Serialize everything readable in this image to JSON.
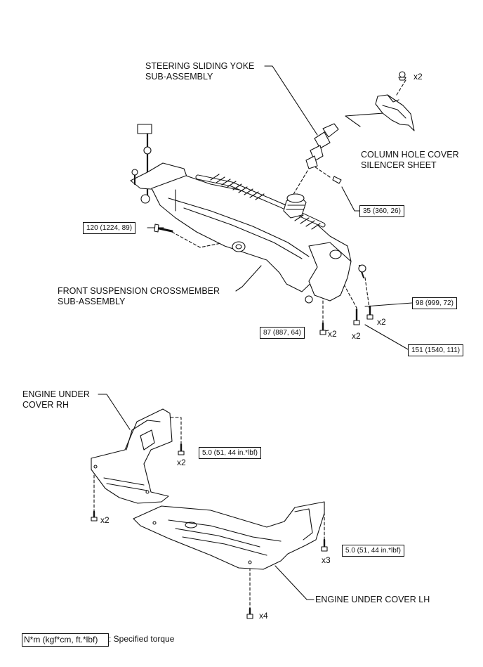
{
  "labels": {
    "steering_yoke": "STEERING SLIDING YOKE\nSUB-ASSEMBLY",
    "column_cover": "COLUMN HOLE COVER\nSILENCER SHEET",
    "crossmember": "FRONT SUSPENSION CROSSMEMBER\nSUB-ASSEMBLY",
    "engine_cover_rh": "ENGINE UNDER\nCOVER RH",
    "engine_cover_lh": "ENGINE UNDER COVER LH"
  },
  "torques": {
    "yoke_bolt": "35 (360, 26)",
    "crossmember_rear_bolt": "120 (1224, 89)",
    "lower_arm_bolt": "98 (999, 72)",
    "crossmember_front_bolt": "87 (887, 64)",
    "crossmember_mount_bolt": "151 (1540, 111)",
    "cover_rh_bolt": "5.0 (51, 44 in.*lbf)",
    "cover_lh_bolt": "5.0 (51, 44 in.*lbf)"
  },
  "quantities": {
    "column_clip": "x2",
    "crossmember_front": "x2",
    "crossmember_mount": "x2",
    "lower_arm": "x2",
    "cover_rh_upper": "x2",
    "cover_rh_lower": "x2",
    "cover_lh_side": "x3",
    "cover_lh_bottom": "x4"
  },
  "legend": {
    "unit_box": "N*m (kgf*cm, ft.*lbf)",
    "description": ": Specified torque"
  }
}
